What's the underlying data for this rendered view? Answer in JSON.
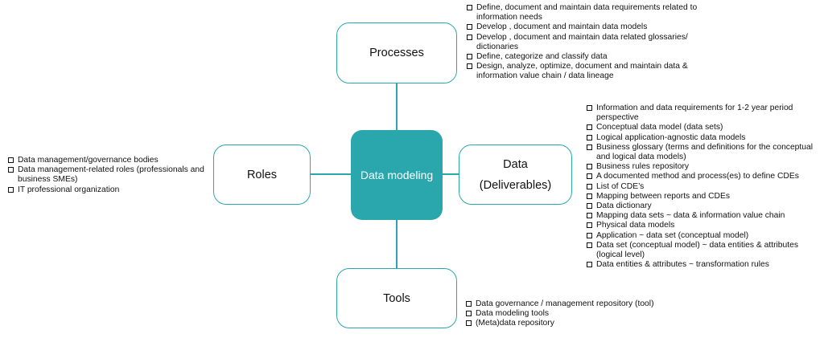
{
  "diagram": {
    "center_label": "Data modeling",
    "processes": {
      "label": "Processes",
      "items": [
        "Define, document and maintain data requirements related to information needs",
        "Develop , document and maintain data models",
        "Develop , document and maintain data related glossaries/ dictionaries",
        "Define, categorize and classify data",
        "Design, analyze, optimize, document and maintain data & information value chain / data lineage"
      ]
    },
    "roles": {
      "label": "Roles",
      "items": [
        "Data management/governance bodies",
        "Data management-related  roles (professionals and business SMEs)",
        "IT professional organization"
      ]
    },
    "data": {
      "label_line1": "Data",
      "label_line2": "(Deliverables)",
      "items": [
        "Information and data requirements for 1-2 year period perspective",
        "Conceptual data model (data sets)",
        "Logical application-agnostic data models",
        "Business glossary (terms and definitions for the conceptual and logical data models)",
        " Business rules repository",
        " A documented method and process(es) to define CDEs",
        "List of CDE’s",
        "Mapping between reports and CDEs",
        "Data dictionary",
        "Mapping data sets ~ data & information value chain",
        "Physical data models",
        "Application ~ data set (conceptual model)",
        "Data set (conceptual model) ~ data entities & attributes (logical level)",
        "Data entities & attributes ~ transformation rules"
      ]
    },
    "tools": {
      "label": "Tools",
      "items": [
        "Data governance /  management repository (tool)",
        "Data modeling tools",
        "(Meta)data repository"
      ]
    },
    "colors": {
      "accent": "#2aa7ad",
      "text": "#111111",
      "background": "#ffffff"
    }
  }
}
